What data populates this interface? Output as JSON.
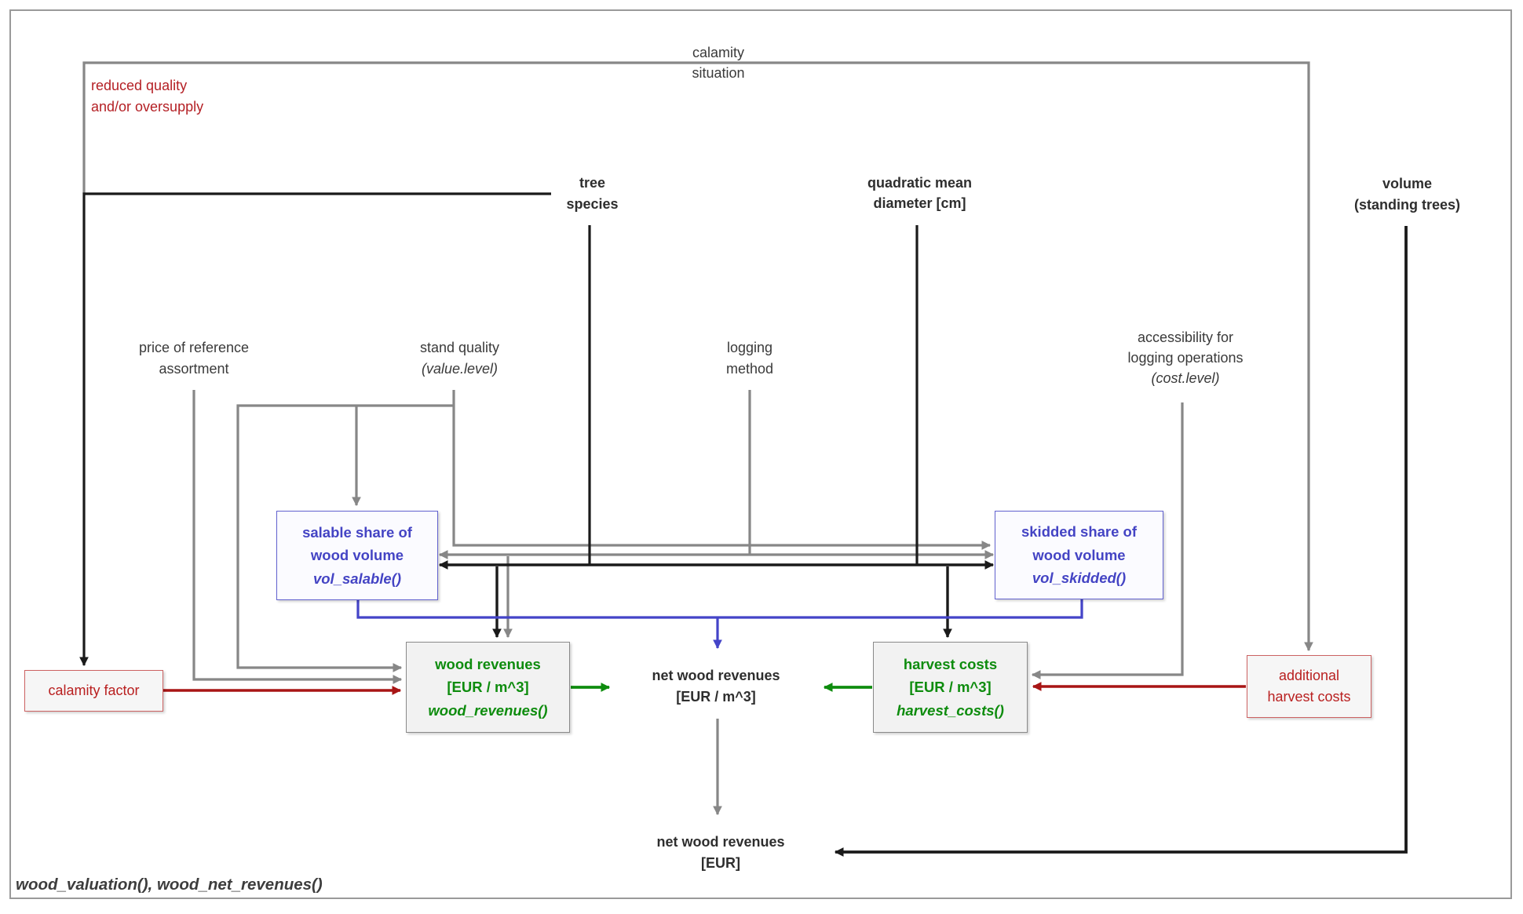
{
  "caption": "wood_valuation(), wood_net_revenues()",
  "annotations": {
    "reduced_quality_line1": "reduced quality",
    "reduced_quality_line2": "and/or oversupply"
  },
  "nodes": {
    "calamity_situation": {
      "shape": "parallelogram",
      "lines": [
        "calamity",
        "situation"
      ]
    },
    "tree_species": {
      "shape": "parallelogram",
      "lines": [
        "tree",
        "species"
      ]
    },
    "quadratic_mean_diameter": {
      "shape": "parallelogram",
      "lines": [
        "quadratic mean",
        "diameter [cm]"
      ]
    },
    "volume_standing_trees": {
      "shape": "parallelogram",
      "lines": [
        "volume",
        "(standing trees)"
      ]
    },
    "price_reference": {
      "shape": "parallelogram",
      "lines": [
        "price of reference",
        "assortment"
      ]
    },
    "stand_quality": {
      "shape": "parallelogram",
      "lines": [
        "stand quality",
        "(value.level)"
      ]
    },
    "logging_method": {
      "shape": "parallelogram",
      "lines": [
        "logging",
        "method"
      ]
    },
    "accessibility": {
      "shape": "parallelogram",
      "lines": [
        "accessibility for",
        "logging operations",
        "(cost.level)"
      ]
    },
    "salable_share": {
      "shape": "rect",
      "lines": [
        "salable share of",
        "wood volume",
        "vol_salable()"
      ]
    },
    "skidded_share": {
      "shape": "rect",
      "lines": [
        "skidded share of",
        "wood volume",
        "vol_skidded()"
      ]
    },
    "calamity_factor": {
      "shape": "rect",
      "lines": [
        "calamity factor"
      ]
    },
    "wood_revenues": {
      "shape": "rect",
      "lines": [
        "wood revenues",
        "[EUR / m^3]",
        "wood_revenues()"
      ]
    },
    "net_wood_revenues_m3": {
      "shape": "parallelogram",
      "lines": [
        "net wood revenues",
        "[EUR / m^3]"
      ]
    },
    "harvest_costs": {
      "shape": "rect",
      "lines": [
        "harvest costs",
        "[EUR / m^3]",
        "harvest_costs()"
      ]
    },
    "additional_harvest_costs": {
      "shape": "rect",
      "lines": [
        "additional",
        "harvest costs"
      ]
    },
    "net_wood_revenues_eur": {
      "shape": "parallelogram",
      "lines": [
        "net wood revenues",
        "[EUR]"
      ]
    }
  },
  "edges": [
    {
      "from": "calamity_situation",
      "to": "calamity_factor",
      "color": "gray",
      "label": "reduced quality and/or oversupply"
    },
    {
      "from": "tree_species",
      "to": "calamity_factor",
      "color": "black"
    },
    {
      "from": "calamity_situation",
      "to": "additional_harvest_costs",
      "color": "gray"
    },
    {
      "from": "tree_species",
      "to": "salable_share",
      "color": "black"
    },
    {
      "from": "tree_species",
      "to": "skidded_share",
      "color": "black"
    },
    {
      "from": "quadratic_mean_diameter",
      "to": "salable_share",
      "color": "black"
    },
    {
      "from": "quadratic_mean_diameter",
      "to": "skidded_share",
      "color": "black"
    },
    {
      "from": "tree_species_quadratic_bundle",
      "to": "wood_revenues",
      "color": "black"
    },
    {
      "from": "tree_species_quadratic_bundle",
      "to": "harvest_costs",
      "color": "black"
    },
    {
      "from": "logging_method",
      "to": "salable_share",
      "color": "gray"
    },
    {
      "from": "logging_method",
      "to": "skidded_share",
      "color": "gray"
    },
    {
      "from": "logging_method",
      "to": "wood_revenues",
      "color": "gray"
    },
    {
      "from": "stand_quality",
      "to": "salable_share",
      "color": "gray"
    },
    {
      "from": "stand_quality",
      "to": "skidded_share",
      "color": "gray"
    },
    {
      "from": "stand_quality",
      "to": "wood_revenues",
      "color": "gray"
    },
    {
      "from": "price_reference",
      "to": "wood_revenues",
      "color": "gray"
    },
    {
      "from": "accessibility",
      "to": "harvest_costs",
      "color": "gray"
    },
    {
      "from": "calamity_factor",
      "to": "wood_revenues",
      "color": "red"
    },
    {
      "from": "additional_harvest_costs",
      "to": "harvest_costs",
      "color": "red"
    },
    {
      "from": "salable_share",
      "to": "net_wood_revenues_m3",
      "color": "blue"
    },
    {
      "from": "skidded_share",
      "to": "net_wood_revenues_m3",
      "color": "blue"
    },
    {
      "from": "wood_revenues",
      "to": "net_wood_revenues_m3",
      "color": "green"
    },
    {
      "from": "harvest_costs",
      "to": "net_wood_revenues_m3",
      "color": "green"
    },
    {
      "from": "net_wood_revenues_m3",
      "to": "net_wood_revenues_eur",
      "color": "gray"
    },
    {
      "from": "volume_standing_trees",
      "to": "net_wood_revenues_eur",
      "color": "black"
    }
  ],
  "colors": {
    "edge_gray": "#878787",
    "edge_black": "#1a1a1a",
    "edge_red": "#a81515",
    "edge_green": "#0e8c0e",
    "edge_blue": "#4444c8",
    "text_blue": "#4444c4",
    "text_green": "#0e8c0e",
    "text_red": "#b92020",
    "node_fill": "#f6f6f6",
    "frame_gray": "#9a9a9a"
  }
}
